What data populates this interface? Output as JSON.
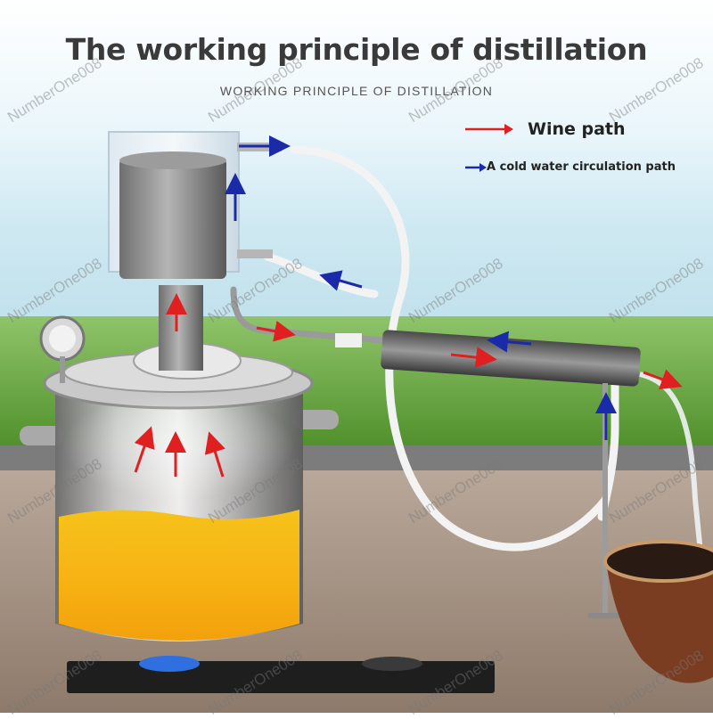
{
  "title": "The working principle of distillation",
  "subtitle": "WORKING PRINCIPLE OF DISTILLATION",
  "legend": {
    "wine_label": "Wine path",
    "water_label": "A cold water circulation path",
    "wine_color": "#e02020",
    "water_color": "#1a2aa8"
  },
  "watermark": "NumberOne008"
}
